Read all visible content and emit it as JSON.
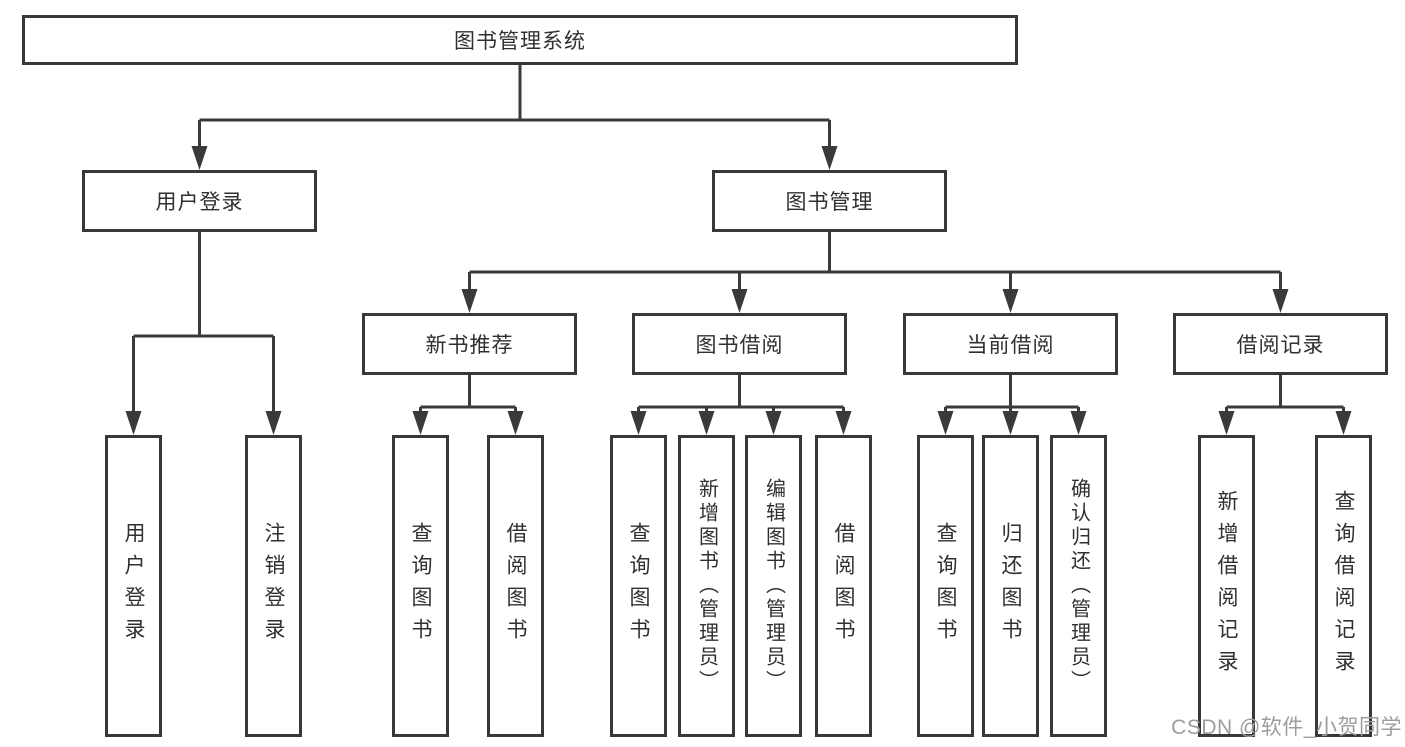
{
  "tree": {
    "label": "图书管理系统",
    "children": [
      {
        "label": "用户登录",
        "children": [
          {
            "label": "用户登录"
          },
          {
            "label": "注销登录"
          }
        ]
      },
      {
        "label": "图书管理",
        "children": [
          {
            "label": "新书推荐",
            "children": [
              {
                "label": "查询图书"
              },
              {
                "label": "借阅图书"
              }
            ]
          },
          {
            "label": "图书借阅",
            "children": [
              {
                "label": "查询图书"
              },
              {
                "label": "新增图书（管理员）"
              },
              {
                "label": "编辑图书（管理员）"
              },
              {
                "label": "借阅图书"
              }
            ]
          },
          {
            "label": "当前借阅",
            "children": [
              {
                "label": "查询图书"
              },
              {
                "label": "归还图书"
              },
              {
                "label": "确认归还（管理员）"
              }
            ]
          },
          {
            "label": "借阅记录",
            "children": [
              {
                "label": "新增借阅记录"
              },
              {
                "label": "查询借阅记录"
              }
            ]
          }
        ]
      }
    ]
  },
  "watermark": {
    "text": "CSDN @软件_小贺同学"
  },
  "colors": {
    "line": "#3a3a3a",
    "box_border": "#383838",
    "text": "#303030",
    "watermark": "#9d9d9d",
    "background": "#ffffff"
  }
}
